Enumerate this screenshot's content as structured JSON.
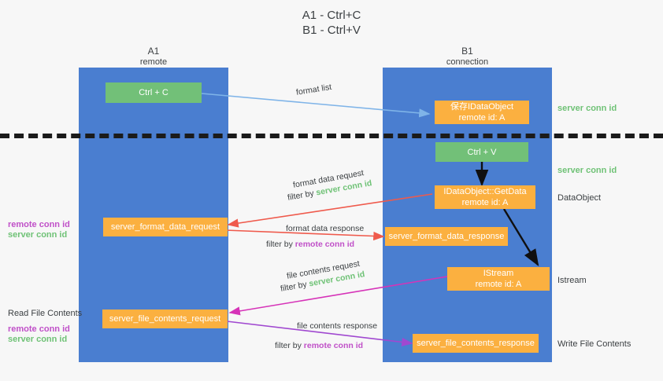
{
  "title": {
    "line1": "A1 - Ctrl+C",
    "line2": "B1 - Ctrl+V"
  },
  "lanes": [
    {
      "name": "A1",
      "sub": "remote"
    },
    {
      "name": "B1",
      "sub": "connection"
    }
  ],
  "boxes": {
    "ctrl_c": "Ctrl + C",
    "ctrl_v": "Ctrl + V",
    "save_idataobject_l1": "保存IDataObject",
    "save_idataobject_l2": "remote id: A",
    "getdata_l1": "IDataObject::GetData",
    "getdata_l2": "remote id: A",
    "istream_l1": "IStream",
    "istream_l2": "remote id: A",
    "server_format_data_request": "server_format_data_request",
    "server_format_data_response": "server_format_data_response",
    "server_file_contents_request": "server_file_contents_request",
    "server_file_contents_response": "server_file_contents_response"
  },
  "right_labels": {
    "server_conn_id_1": "server conn id",
    "server_conn_id_2": "server conn id",
    "dataobject": "DataObject",
    "istream": "Istream",
    "write_file_contents": "Write File Contents"
  },
  "left_labels": {
    "remote_conn_id_1": "remote conn id",
    "server_conn_id_1": "server conn id",
    "read_file_contents": "Read File Contents",
    "remote_conn_id_2": "remote conn id",
    "server_conn_id_2": "server conn id"
  },
  "arrow_labels": {
    "format_list": "format list",
    "format_data_request": "format data request",
    "format_data_request_filter_prefix": "filter by ",
    "format_data_request_filter_value": "server conn id",
    "format_data_response": "format data response",
    "format_data_response_filter_prefix": "filter by ",
    "format_data_response_filter_value": "remote conn id",
    "file_contents_request": "file contents request",
    "file_contents_request_filter_prefix": "filter by ",
    "file_contents_request_filter_value": "server conn id",
    "file_contents_response": "file contents response",
    "file_contents_response_filter_prefix": "filter by ",
    "file_contents_response_filter_value": "remote conn id"
  },
  "colors": {
    "lane": "#4a7ed0",
    "green_box": "#72c078",
    "orange_box": "#fbb040",
    "green_text": "#6fc276",
    "purple_text": "#c050c8",
    "arrow_blue": "#7fb4e8",
    "arrow_red": "#ef5a4c",
    "arrow_magenta": "#d633b8",
    "arrow_purple": "#a048d0",
    "arrow_black": "#101010",
    "divider": "#1b1b1b",
    "background": "#f7f7f7"
  }
}
